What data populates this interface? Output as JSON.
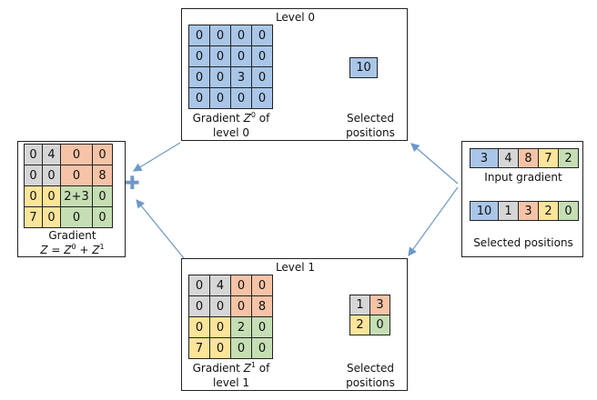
{
  "level0": {
    "title": "Level 0",
    "grid": [
      [
        "0",
        "0",
        "0",
        "0"
      ],
      [
        "0",
        "0",
        "0",
        "0"
      ],
      [
        "0",
        "0",
        "3",
        "0"
      ],
      [
        "0",
        "0",
        "0",
        "0"
      ]
    ],
    "gradient_label_line1_prefix": "Gradient ",
    "gradient_label_sym": "Z",
    "gradient_label_sup": "0",
    "gradient_label_line1_suffix": " of",
    "gradient_label_line2": "level 0",
    "selected": [
      "10"
    ],
    "selected_label_line1": "Selected",
    "selected_label_line2": "positions"
  },
  "level1": {
    "title": "Level 1",
    "grid": [
      [
        "0",
        "4",
        "0",
        "0"
      ],
      [
        "0",
        "0",
        "0",
        "8"
      ],
      [
        "0",
        "0",
        "2",
        "0"
      ],
      [
        "7",
        "0",
        "0",
        "0"
      ]
    ],
    "gradient_label_line1_prefix": "Gradient ",
    "gradient_label_sym": "Z",
    "gradient_label_sup": "1",
    "gradient_label_line1_suffix": " of",
    "gradient_label_line2": "level 1",
    "selected": [
      [
        "1",
        "3"
      ],
      [
        "2",
        "0"
      ]
    ],
    "selected_label_line1": "Selected",
    "selected_label_line2": "positions"
  },
  "input": {
    "gradient": [
      "3",
      "4",
      "8",
      "7",
      "2"
    ],
    "gradient_label": "Input gradient",
    "positions": [
      "10",
      "1",
      "3",
      "2",
      "0"
    ],
    "positions_label": "Selected positions"
  },
  "result": {
    "grid": [
      [
        "0",
        "4",
        "0",
        "0"
      ],
      [
        "0",
        "0",
        "0",
        "8"
      ],
      [
        "0",
        "0",
        "2+3",
        "0"
      ],
      [
        "7",
        "0",
        "0",
        "0"
      ]
    ],
    "label_line1": "Gradient",
    "formula_z": "Z",
    "formula_eq": " = ",
    "formula_z0": "Z",
    "formula_sup0": "0",
    "formula_plus": " + ",
    "formula_z1": "Z",
    "formula_sup1": "1"
  },
  "plus_symbol": "✚",
  "colors": {
    "blue": "#a9c6e8",
    "gray": "#d6d6d6",
    "orange": "#f6c3a6",
    "yellow": "#fce49a",
    "green": "#c5deb4",
    "arrow": "#6d98c7"
  }
}
